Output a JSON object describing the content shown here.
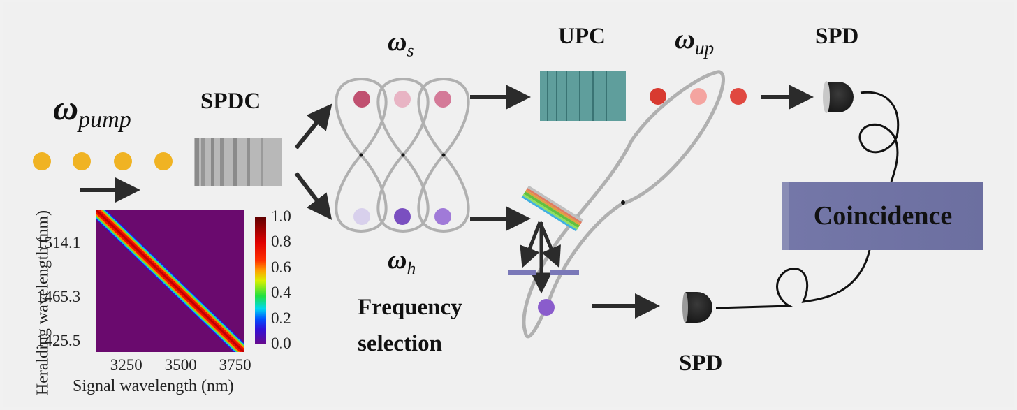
{
  "labels": {
    "pump": {
      "base": "ω",
      "sub": "pump"
    },
    "signal": {
      "base": "ω",
      "sub": "s"
    },
    "herald": {
      "base": "ω",
      "sub": "h"
    },
    "upconverted": {
      "base": "ω",
      "sub": "up"
    },
    "spdc": "SPDC",
    "upc": "UPC",
    "spd_top": "SPD",
    "spd_bottom": "SPD",
    "freq_sel_line1": "Frequency",
    "freq_sel_line2": "selection",
    "coincidence": "Coincidence"
  },
  "colors": {
    "pump_photon": "#f0b323",
    "signal_photons": [
      "#c05070",
      "#e8b4c4",
      "#d47a98"
    ],
    "herald_photons": [
      "#d8d0ec",
      "#7a4fc0",
      "#a07ad8"
    ],
    "up_photons": [
      "#d83a30",
      "#f4a4a0",
      "#e04840"
    ],
    "selected_photon": "#8a5ccc",
    "upc_crystal": "#5f9e9c",
    "coincidence_box": "#6f72a3"
  },
  "chart_data": {
    "type": "heatmap",
    "title": "",
    "xlabel": "Signal wavelength (nm)",
    "ylabel": "Heralding wavelength (nm)",
    "x_ticks": [
      "3250",
      "3500",
      "3750"
    ],
    "y_ticks": [
      "1514.1",
      "1465.3",
      "1425.5"
    ],
    "x_tick_values": [
      3250,
      3500,
      3750
    ],
    "y_tick_values": [
      1514.1,
      1465.3,
      1425.5
    ],
    "xlim": [
      3100,
      3780
    ],
    "ylim": [
      1415,
      1545
    ],
    "colorbar_ticks": [
      "1.0",
      "0.8",
      "0.6",
      "0.4",
      "0.2",
      "0.0"
    ],
    "colorbar_range": [
      0.0,
      1.0
    ],
    "colormap": "jet",
    "description": "Joint spectral intensity: narrow anti-diagonal ridge of value 1.0 from top-left to bottom-right on a 0.0 background",
    "ridge": {
      "start": [
        3100,
        1545
      ],
      "end": [
        3780,
        1415
      ],
      "peak": 1.0
    }
  }
}
